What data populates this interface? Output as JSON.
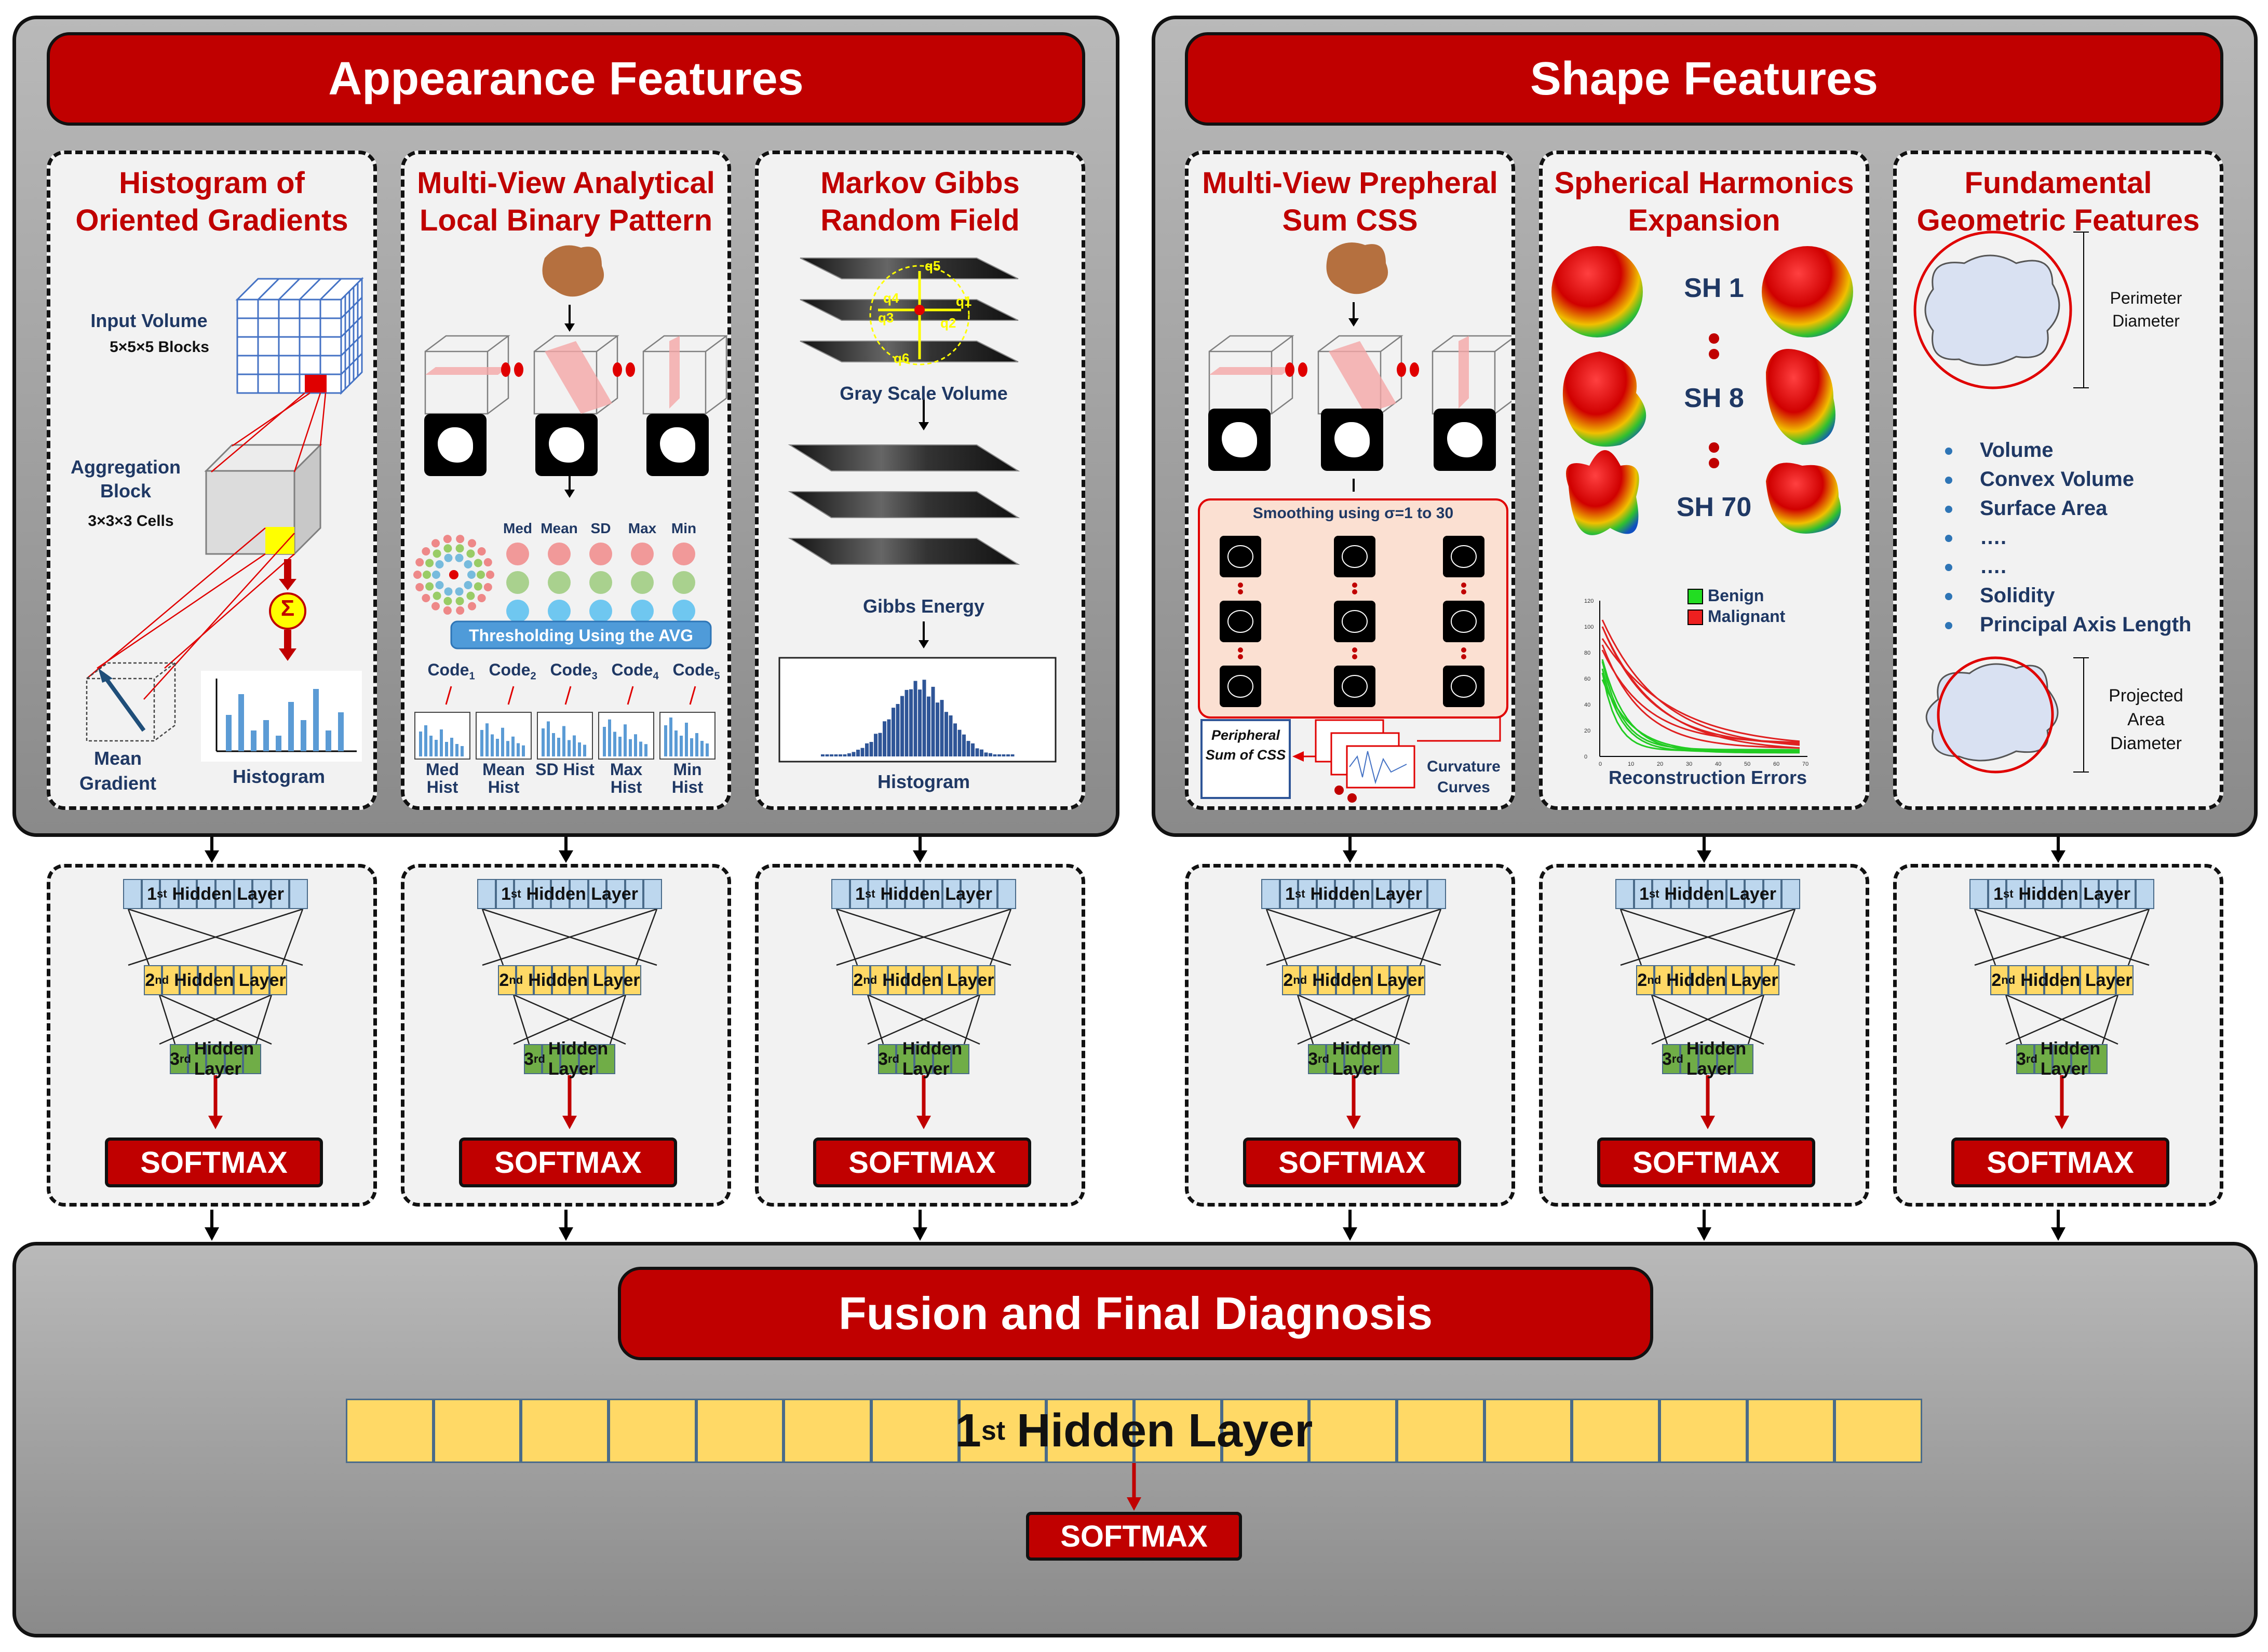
{
  "colors": {
    "banner": "#c00000",
    "title_red": "#c00000",
    "label_blue": "#1f3864",
    "hidden1": "#bdd7ee",
    "hidden2": "#ffd966",
    "hidden3": "#70ad47",
    "fusion_cell": "#ffd966"
  },
  "appearance": {
    "title": "Appearance Features",
    "hog": {
      "title": "Histogram of Oriented Gradients",
      "input_volume": "Input Volume",
      "blocks": "5×5×5 Blocks",
      "aggregation": "Aggregation Block",
      "cells": "3×3×3 Cells",
      "mean_gradient": "Mean Gradient",
      "histogram": "Histogram",
      "sigma": "Σ"
    },
    "lbp": {
      "title": "Multi-View Analytical Local Binary Pattern",
      "stats": [
        "Med",
        "Mean",
        "SD",
        "Max",
        "Min"
      ],
      "threshold": "Thresholding Using the AVG",
      "code_word": "Code",
      "code_subs": [
        "1",
        "2",
        "3",
        "4",
        "5"
      ],
      "hist_labels": [
        "Med Hist",
        "Mean Hist",
        "SD Hist",
        "Max Hist",
        "Min Hist"
      ]
    },
    "mgrf": {
      "title": "Markov Gibbs Random Field",
      "q_labels": [
        "q5",
        "q4",
        "q3",
        "q1",
        "q2",
        "q6"
      ],
      "gray_scale": "Gray Scale Volume",
      "gibbs": "Gibbs Energy",
      "histogram": "Histogram"
    }
  },
  "shape": {
    "title": "Shape Features",
    "css": {
      "title": "Multi-View Prepheral Sum CSS",
      "smoothing": "Smoothing using σ=1 to 30",
      "psum": "Peripheral Sum of CSS",
      "curvature": "Curvature Curves"
    },
    "sh": {
      "title": "Spherical Harmonics Expansion",
      "sh_labels": [
        "SH 1",
        "SH 8",
        "SH 70"
      ],
      "legend": [
        "Benign",
        "Malignant"
      ],
      "recon": "Reconstruction Errors",
      "y_ticks": [
        "120",
        "100",
        "80",
        "60",
        "40",
        "20",
        "0"
      ],
      "x_ticks": [
        "0",
        "10",
        "20",
        "30",
        "40",
        "50",
        "60",
        "70"
      ]
    },
    "geo": {
      "title": "Fundamental Geometric Features",
      "perimeter": "Perimeter Diameter",
      "items": [
        "Volume",
        "Convex Volume",
        "Surface Area",
        "….",
        "….",
        "Solidity",
        "Principal Axis Length"
      ],
      "projected": "Projected Area Diameter"
    }
  },
  "network": {
    "layer_word": "Hidden Layer",
    "ord1": "1",
    "sup1": "st",
    "ord2": "2",
    "sup2": "nd",
    "ord3": "3",
    "sup3": "rd",
    "softmax": "SOFTMAX"
  },
  "fusion": {
    "title": "Fusion and Final Diagnosis",
    "layer": "Hidden Layer",
    "ord": "1",
    "sup": "st",
    "softmax": "SOFTMAX"
  }
}
